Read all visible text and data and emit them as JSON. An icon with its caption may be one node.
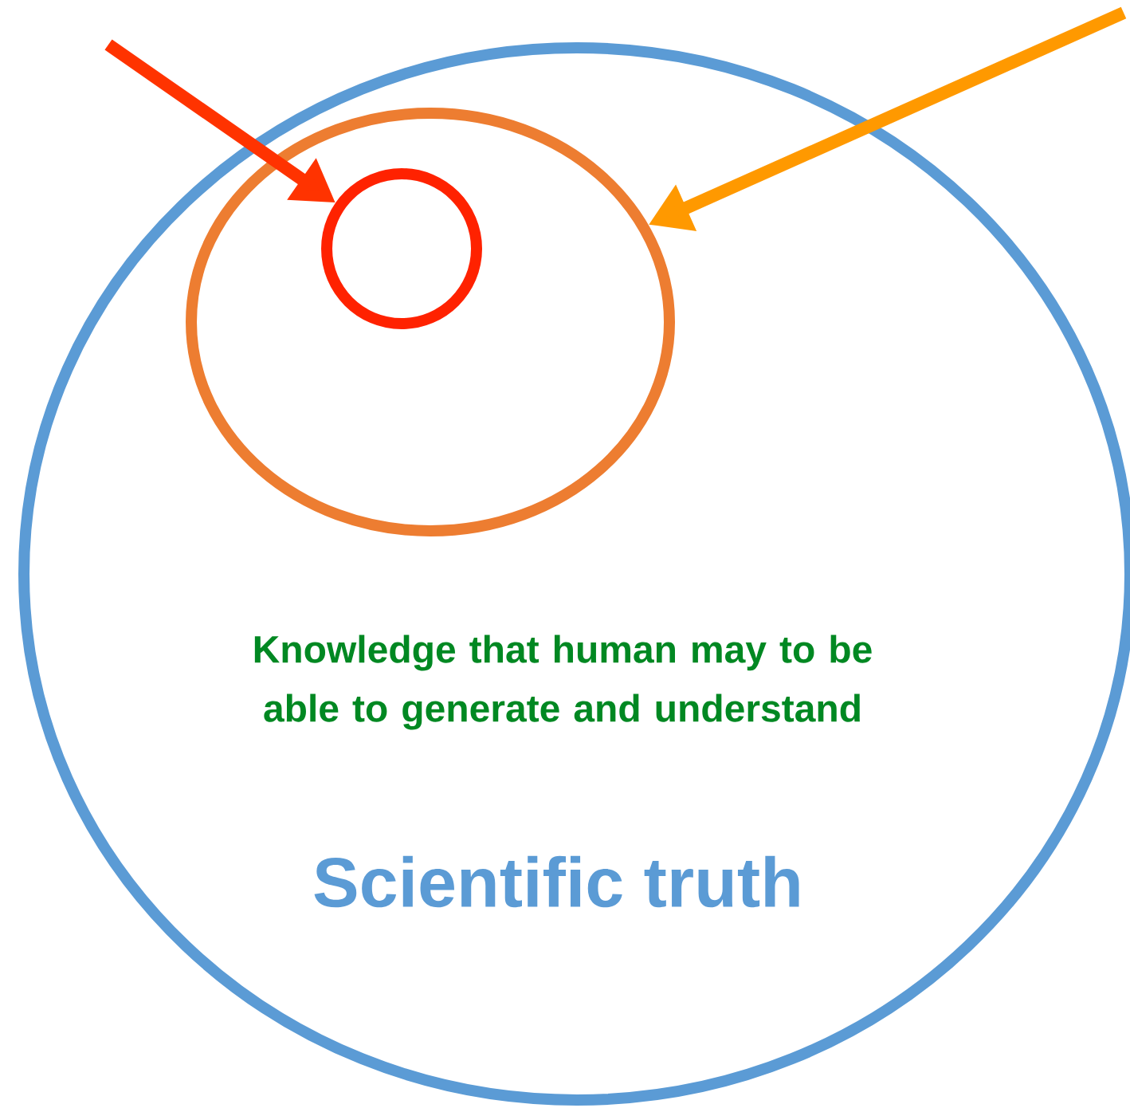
{
  "diagram": {
    "nodes": [
      {
        "text": [
          "Scientific truth"
        ]
      },
      {
        "text": [],
        "shape": "ellipse",
        "in": 0
      },
      {
        "text": [],
        "shape": "circle",
        "in": 1
      }
    ],
    "edges": [
      {
        "from": null,
        "to": 2,
        "arrow": "to",
        "color": "#ff3300"
      },
      {
        "from": null,
        "to": 1,
        "arrow": "to",
        "color": "#ff9900"
      }
    ],
    "labels": [
      "Knowledge that human may to be able to generate and understand"
    ]
  }
}
